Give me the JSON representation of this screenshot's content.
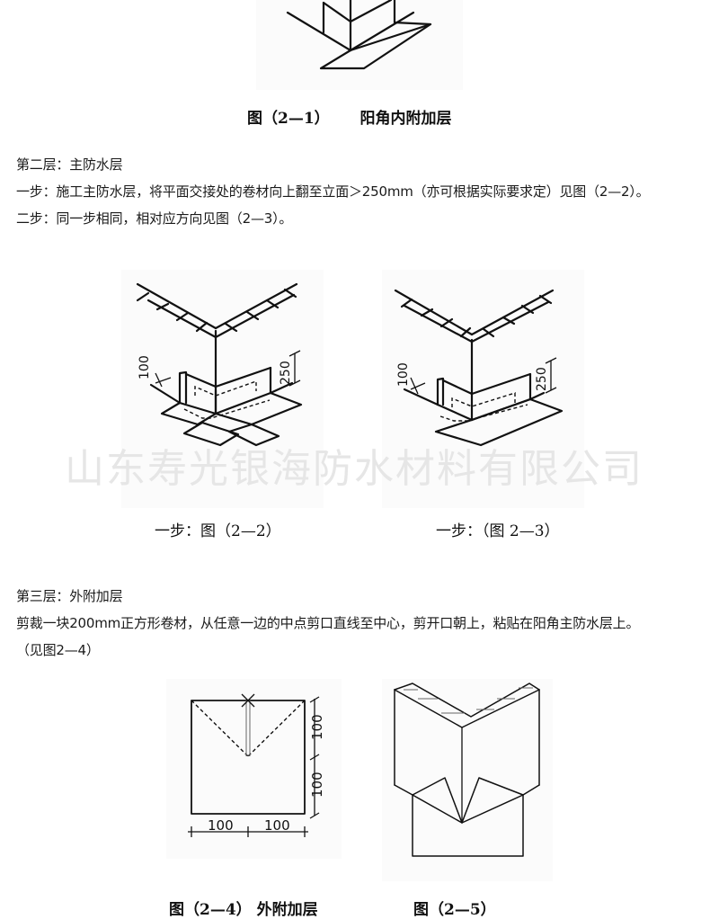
{
  "figure_2_1": {
    "caption_fig": "图（2—1）",
    "caption_title": "阳角内附加层"
  },
  "layer2": {
    "heading": "第二层：主防水层",
    "step1": "一步：施工主防水层，将平面交接处的卷材向上翻至立面＞250mm（亦可根据实际要求定）见图（2—2）。",
    "step2": "二步：同一步相同，相对应方向见图（2—3）。"
  },
  "figure_2_2": {
    "dim_100": "100",
    "dim_250": "250",
    "caption": "一步：图（2—2）"
  },
  "figure_2_3": {
    "dim_100": "100",
    "dim_250": "250",
    "caption": "一步：（图 2—3）"
  },
  "watermark": "山东寿光银海防水材料有限公司",
  "layer3": {
    "heading": "第三层：外附加层",
    "line1": "剪裁一块200mm正方形卷材，从任意一边的中点剪口直线至中心，剪开口朝上，粘贴在阳角主防水层上。",
    "line2": "（见图2—4）"
  },
  "figure_2_4": {
    "dim_right_top": "100",
    "dim_right_bottom": "100",
    "dim_bottom_left": "100",
    "dim_bottom_right": "100",
    "caption": "图（2—4） 外附加层"
  },
  "figure_2_5": {
    "caption": "图（2—5）"
  }
}
